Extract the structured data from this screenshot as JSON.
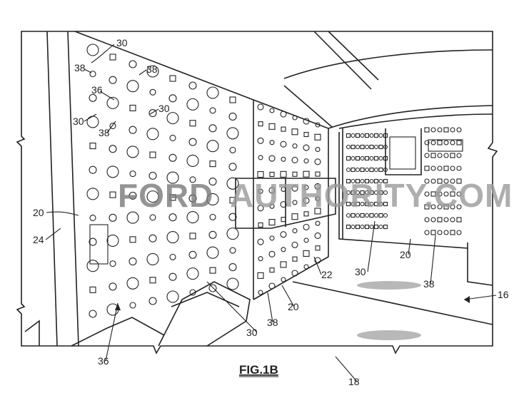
{
  "figure": {
    "caption": "FIG.1B"
  },
  "watermark": {
    "brand": "FORD",
    "rest": "AUTHORITY.COM",
    "brand_color": "#7a7a7a",
    "rest_color": "#9a9a9a"
  },
  "labels": {
    "l30a": "30",
    "l38a": "38",
    "l38b": "38",
    "l36a": "36",
    "l30b": "30",
    "l38c": "38",
    "l30c": "30",
    "l20a": "20",
    "l24": "24",
    "l22": "22",
    "l20b": "20",
    "l38d": "38",
    "l30d": "30",
    "l36b": "36",
    "l18": "18",
    "l16": "16",
    "l38e": "38",
    "l30e": "30",
    "l20c": "20"
  }
}
